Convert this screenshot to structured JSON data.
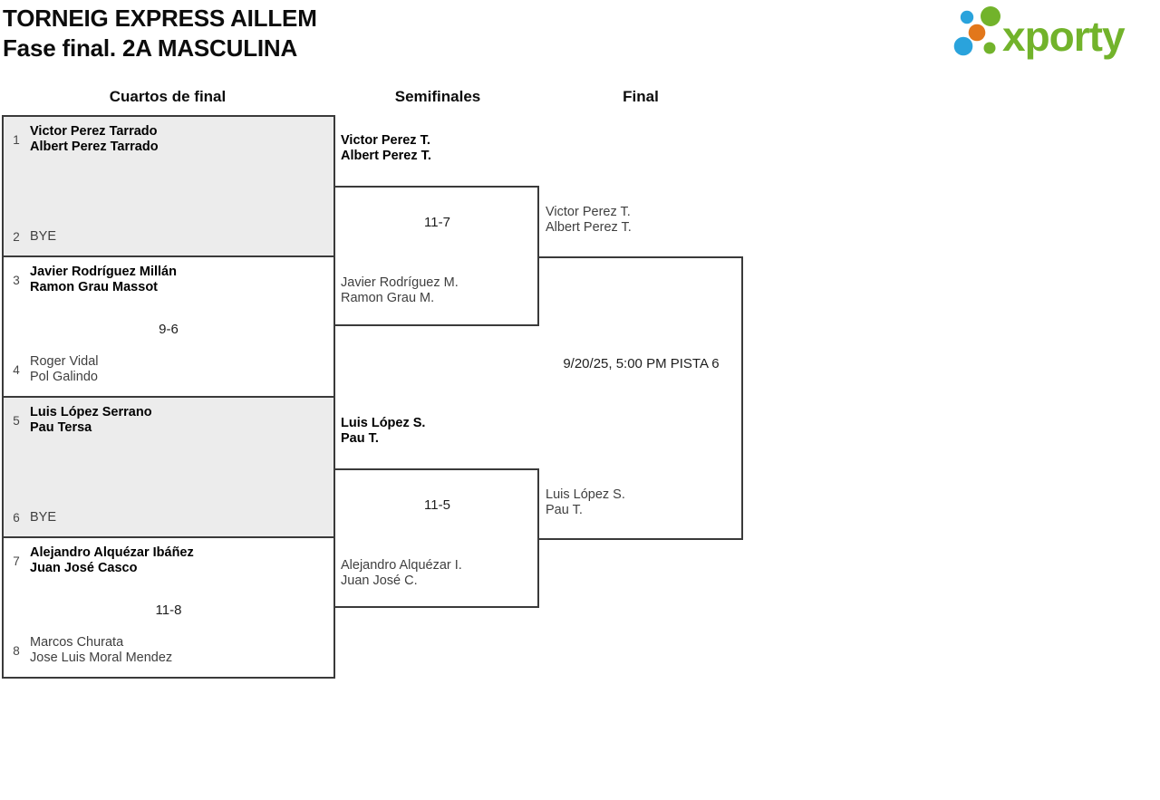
{
  "header": {
    "title_line1": "TORNEIG EXPRESS AILLEM",
    "title_line2": "Fase final. 2A MASCULINA",
    "logo_text": "xporty"
  },
  "colors": {
    "brand_green": "#72b32b",
    "brand_blue": "#2aa3dc",
    "brand_orange": "#e2771b",
    "box_shade": "#ececec",
    "box_border": "#3a3a3a"
  },
  "round_headers": {
    "quarters": "Cuartos de final",
    "semis": "Semifinales",
    "final": "Final"
  },
  "quarterfinals": [
    {
      "seed_top": "1",
      "team_top": [
        "Victor Perez Tarrado",
        "Albert Perez Tarrado"
      ],
      "score": "",
      "seed_bottom": "2",
      "team_bottom": [
        "BYE"
      ]
    },
    {
      "seed_top": "3",
      "team_top": [
        "Javier Rodríguez Millán",
        "Ramon Grau Massot"
      ],
      "score": "9-6",
      "seed_bottom": "4",
      "team_bottom": [
        "Roger Vidal",
        "Pol Galindo"
      ]
    },
    {
      "seed_top": "5",
      "team_top": [
        "Luis López Serrano",
        "Pau Tersa"
      ],
      "score": "",
      "seed_bottom": "6",
      "team_bottom": [
        "BYE"
      ]
    },
    {
      "seed_top": "7",
      "team_top": [
        "Alejandro Alquézar Ibáñez",
        "Juan José Casco"
      ],
      "score": "11-8",
      "seed_bottom": "8",
      "team_bottom": [
        "Marcos Churata",
        "Jose Luis Moral Mendez"
      ]
    }
  ],
  "semifinals": [
    {
      "team_top": [
        "Victor Perez T.",
        "Albert Perez T."
      ],
      "score": "11-7",
      "team_bottom": [
        "Javier Rodríguez M.",
        "Ramon Grau M."
      ]
    },
    {
      "team_top": [
        "Luis López S.",
        "Pau T."
      ],
      "score": "11-5",
      "team_bottom": [
        "Alejandro Alquézar I.",
        "Juan José C."
      ]
    }
  ],
  "final": {
    "team_top": [
      "Victor Perez T.",
      "Albert Perez T."
    ],
    "schedule": "9/20/25, 5:00 PM PISTA 6",
    "team_bottom": [
      "Luis López S.",
      "Pau T."
    ]
  }
}
